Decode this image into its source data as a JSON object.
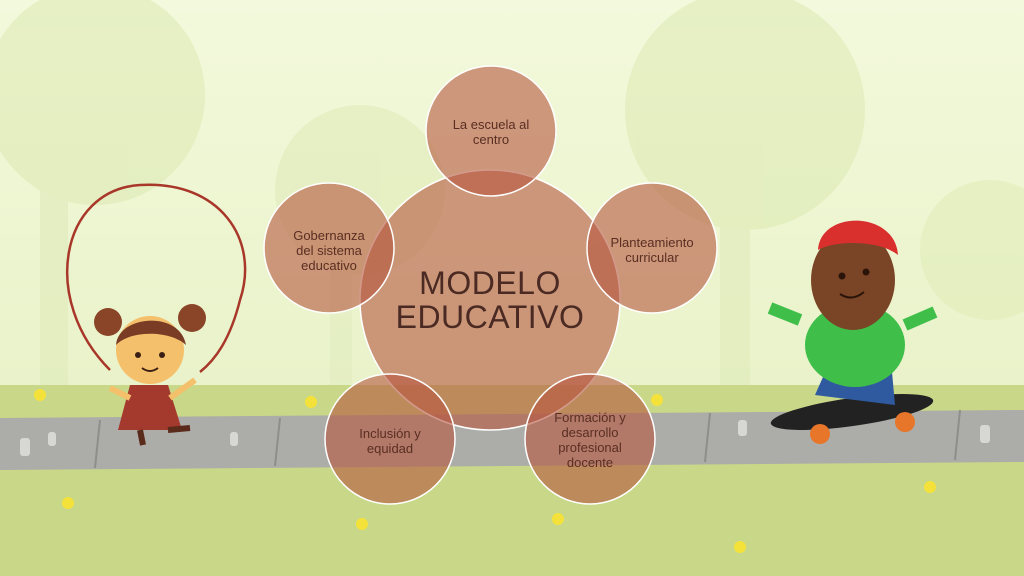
{
  "diagram": {
    "center": {
      "label_line1": "MODELO",
      "label_line2": "EDUCATIVO"
    },
    "nodes": [
      {
        "id": "escuela",
        "line1": "La escuela al",
        "line2": "centro"
      },
      {
        "id": "planteamiento",
        "line1": "Planteamiento",
        "line2": "curricular"
      },
      {
        "id": "formacion",
        "line1": "Formación y",
        "line2": "desarrollo",
        "line3": "profesional",
        "line4": "docente"
      },
      {
        "id": "inclusion",
        "line1": "Inclusión y",
        "line2": "equidad"
      },
      {
        "id": "gobernanza",
        "line1": "Gobernanza",
        "line2": "del sistema",
        "line3": "educativo"
      }
    ]
  },
  "colors": {
    "circle_fill": "#b5563f",
    "circle_stroke": "#ffffff",
    "background": "#eef6d6",
    "grass": "#c9d98a",
    "path": "#a9a9a6"
  },
  "illustrations": {
    "left": "girl-jumping-rope-illustration",
    "right": "boy-on-skateboard-illustration"
  }
}
